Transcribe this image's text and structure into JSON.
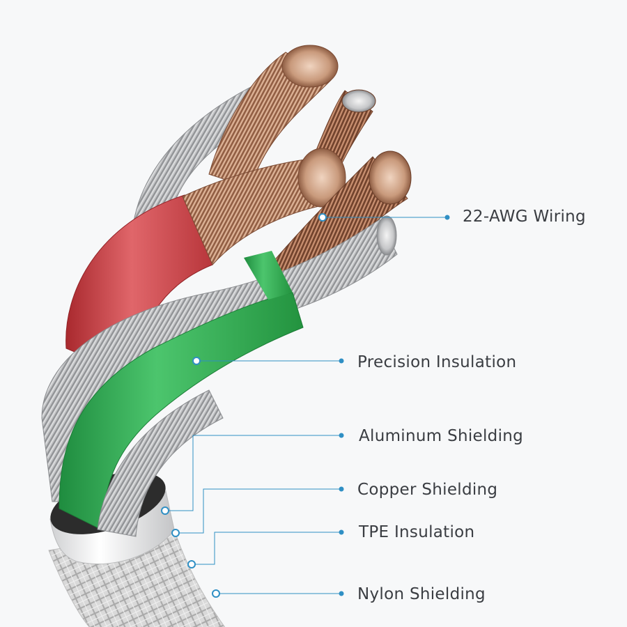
{
  "labels": {
    "wiring": "22-AWG Wiring",
    "precision_insulation": "Precision Insulation",
    "aluminum_shielding": "Aluminum Shielding",
    "copper_shielding": "Copper Shielding",
    "tpe_insulation": "TPE Insulation",
    "nylon_shielding": "Nylon Shielding"
  },
  "colors": {
    "background": "#f7f8f9",
    "callout": "#2f8fc4",
    "red_insulation": "#d2474b",
    "green_insulation": "#37b05a",
    "copper": "#b98566",
    "aluminum": "#b9babb",
    "nylon_braid": "#dcdcdc",
    "text": "#3a3d42"
  }
}
